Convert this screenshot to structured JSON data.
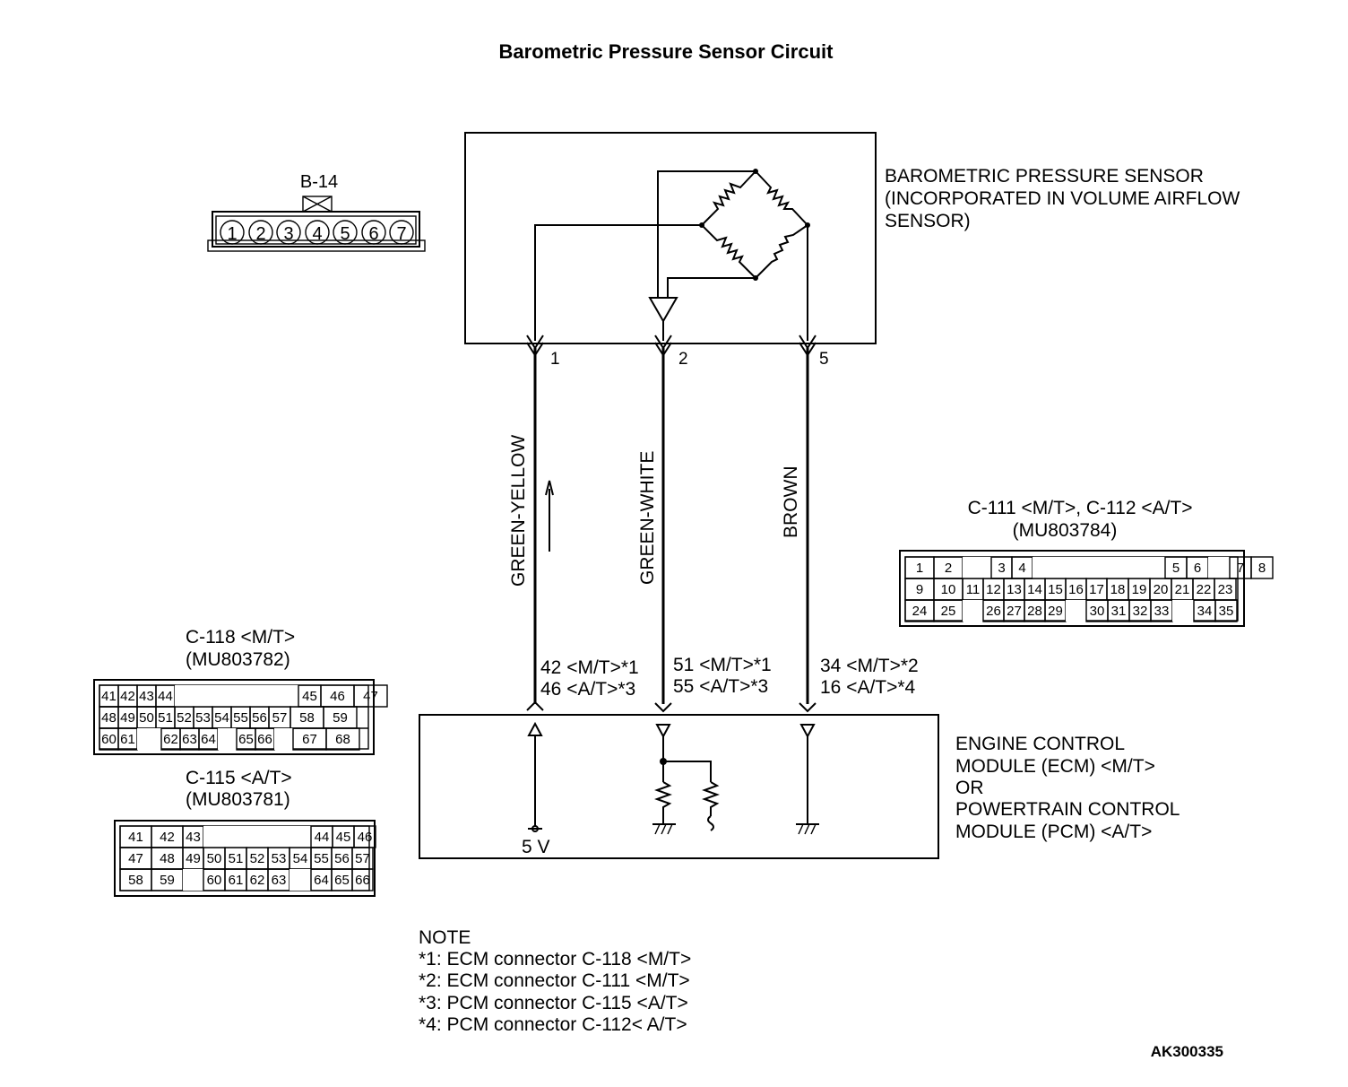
{
  "title": "Barometric Pressure Sensor Circuit",
  "footer_code": "AK300335",
  "colors": {
    "line": "#000000",
    "background": "#ffffff"
  },
  "sensor": {
    "lines": [
      "BAROMETRIC PRESSURE SENSOR",
      "(INCORPORATED IN VOLUME AIRFLOW",
      "SENSOR)"
    ],
    "terminals": [
      "1",
      "2",
      "5"
    ]
  },
  "b14": {
    "label": "B-14",
    "pins": [
      "1",
      "2",
      "3",
      "4",
      "5",
      "6",
      "7"
    ]
  },
  "wires": [
    {
      "color": "GREEN-YELLOW",
      "pin": "1",
      "ecm": [
        "42 <M/T>*1",
        "46 <A/T>*3"
      ]
    },
    {
      "color": "GREEN-WHITE",
      "pin": "2",
      "ecm": [
        "51 <M/T>*1",
        "55 <A/T>*3"
      ]
    },
    {
      "color": "BROWN",
      "pin": "5",
      "ecm": [
        "34 <M/T>*2",
        "16 <A/T>*4"
      ]
    }
  ],
  "ecm": {
    "lines": [
      "ENGINE CONTROL",
      "MODULE (ECM) <M/T>",
      "OR",
      "POWERTRAIN CONTROL",
      "MODULE (PCM) <A/T>"
    ],
    "supply": "5 V"
  },
  "connectors": {
    "c111": {
      "title": [
        "C-111 <M/T>, C-112 <A/T>",
        "(MU803784)"
      ],
      "rows": [
        [
          "1",
          "2",
          "",
          "3",
          "4",
          "",
          "",
          "",
          "",
          "5",
          "6",
          "",
          "7",
          "8"
        ],
        [
          "9",
          "10",
          "11",
          "12",
          "13",
          "14",
          "15",
          "16",
          "17",
          "18",
          "19",
          "20",
          "21",
          "22",
          "23"
        ],
        [
          "24",
          "25",
          "",
          "26",
          "27",
          "28",
          "29",
          "",
          "30",
          "31",
          "32",
          "33",
          "",
          "34",
          "35"
        ]
      ]
    },
    "c118": {
      "title": [
        "C-118 <M/T>",
        "(MU803782)"
      ],
      "rows": [
        [
          "41",
          "42",
          "43",
          "44",
          "",
          "",
          "",
          "",
          "45",
          "46",
          "47"
        ],
        [
          "48",
          "49",
          "50",
          "51",
          "52",
          "53",
          "54",
          "55",
          "56",
          "57",
          "58",
          "59"
        ],
        [
          "60",
          "61",
          "",
          "62",
          "63",
          "64",
          "",
          "65",
          "66",
          "",
          "67",
          "68"
        ]
      ]
    },
    "c115": {
      "title": [
        "C-115 <A/T>",
        "(MU803781)"
      ],
      "rows": [
        [
          "41",
          "42",
          "43",
          "",
          "",
          "",
          "",
          "",
          "44",
          "45",
          "46"
        ],
        [
          "47",
          "48",
          "49",
          "50",
          "51",
          "52",
          "53",
          "54",
          "55",
          "56",
          "57"
        ],
        [
          "58",
          "59",
          "",
          "60",
          "61",
          "62",
          "63",
          "",
          "64",
          "65",
          "66"
        ]
      ]
    }
  },
  "note": {
    "heading": "NOTE",
    "lines": [
      "*1: ECM connector C-118 <M/T>",
      "*2: ECM connector C-111 <M/T>",
      "*3: PCM connector C-115 <A/T>",
      "*4: PCM connector C-112< A/T>"
    ]
  }
}
